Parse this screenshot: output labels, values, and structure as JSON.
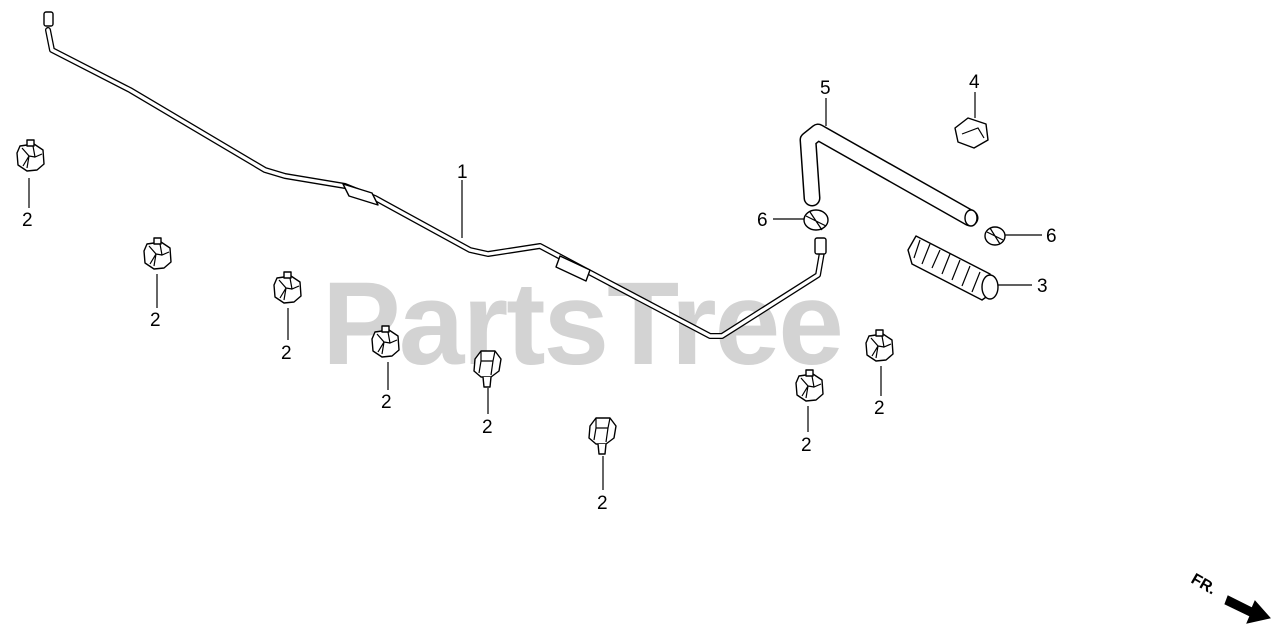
{
  "watermark": {
    "text": "PartsTree"
  },
  "callouts": {
    "tube": "1",
    "clip_a": "2",
    "clip_b": "2",
    "clip_c": "2",
    "clip_d": "2",
    "clip_e": "2",
    "clip_f": "2",
    "clip_g": "2",
    "clip_h": "2",
    "boot": "3",
    "clamp_small": "4",
    "hose": "5",
    "clamp_left": "6",
    "clamp_right": "6"
  },
  "direction": {
    "label": "FR."
  },
  "icons": {
    "direction_arrow": "arrow-icon"
  }
}
